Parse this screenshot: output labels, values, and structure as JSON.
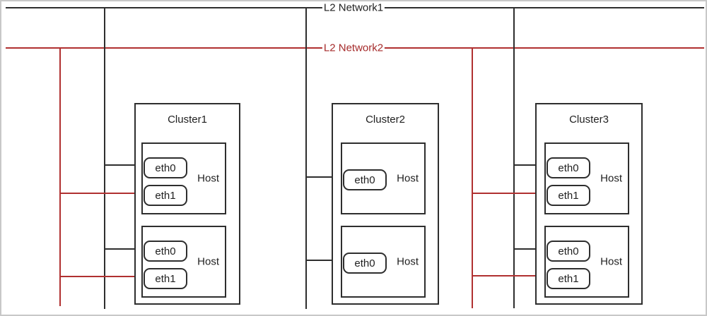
{
  "diagram": {
    "networks": [
      {
        "label": "L2 Network1"
      },
      {
        "label": "L2 Network2"
      }
    ],
    "clusters": [
      {
        "label": "Cluster1",
        "hosts": [
          {
            "label": "Host",
            "interfaces": [
              "eth0",
              "eth1"
            ]
          },
          {
            "label": "Host",
            "interfaces": [
              "eth0",
              "eth1"
            ]
          }
        ]
      },
      {
        "label": "Cluster2",
        "hosts": [
          {
            "label": "Host",
            "interfaces": [
              "eth0"
            ]
          },
          {
            "label": "Host",
            "interfaces": [
              "eth0"
            ]
          }
        ]
      },
      {
        "label": "Cluster3",
        "hosts": [
          {
            "label": "Host",
            "interfaces": [
              "eth0",
              "eth1"
            ]
          },
          {
            "label": "Host",
            "interfaces": [
              "eth0",
              "eth1"
            ]
          }
        ]
      }
    ]
  },
  "colors": {
    "line_black": "#2e2e2e",
    "line_red": "#b03030",
    "text_black": "#1f1f1f",
    "text_red": "#a52a2a",
    "frame_gray": "#c8c8c8",
    "bg": "#ffffff"
  }
}
